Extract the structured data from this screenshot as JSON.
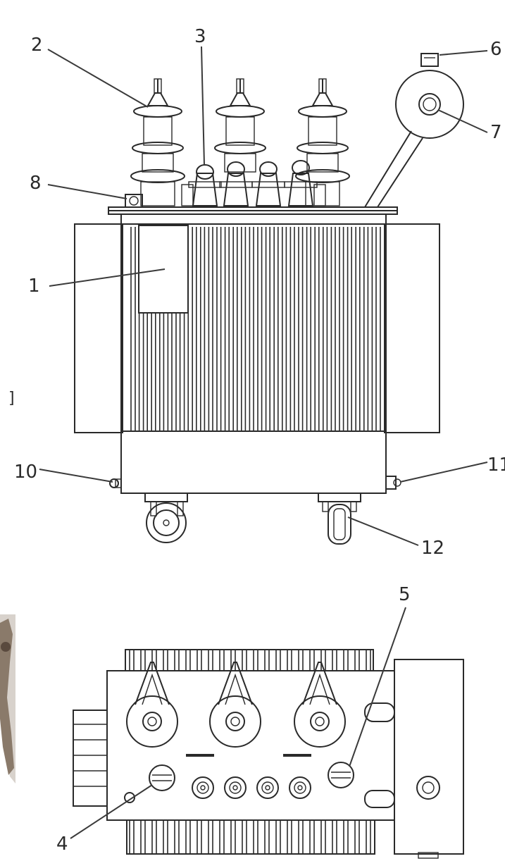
{
  "labels": {
    "l1": "1",
    "l2": "2",
    "l3": "3",
    "l4": "4",
    "l5": "5",
    "l6": "6",
    "l7": "7",
    "l8": "8",
    "l10": "10",
    "l11": "11",
    "l12": "12"
  },
  "edge_mark": "]",
  "colors": {
    "ink": "#2a2a2a",
    "background": "#ffffff",
    "photo_fragment": "#8a7a6a"
  }
}
